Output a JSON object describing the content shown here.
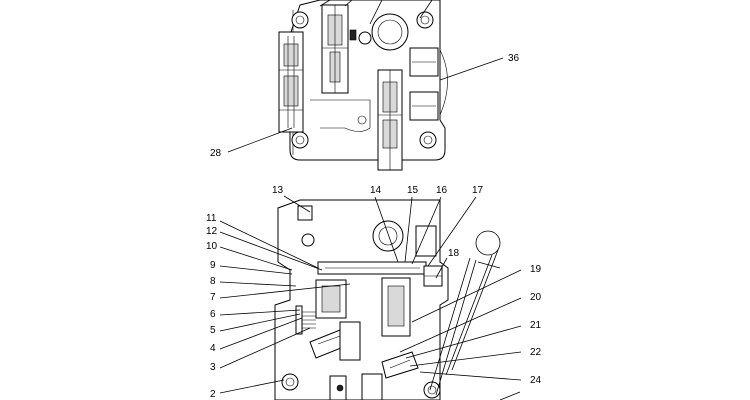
{
  "callouts": {
    "top_view": [
      "36",
      "28"
    ],
    "section_view": [
      "13",
      "11",
      "12",
      "10",
      "9",
      "8",
      "7",
      "6",
      "5",
      "4",
      "3",
      "2",
      "14",
      "15",
      "16",
      "17",
      "18",
      "19",
      "20",
      "21",
      "22",
      "24"
    ]
  }
}
